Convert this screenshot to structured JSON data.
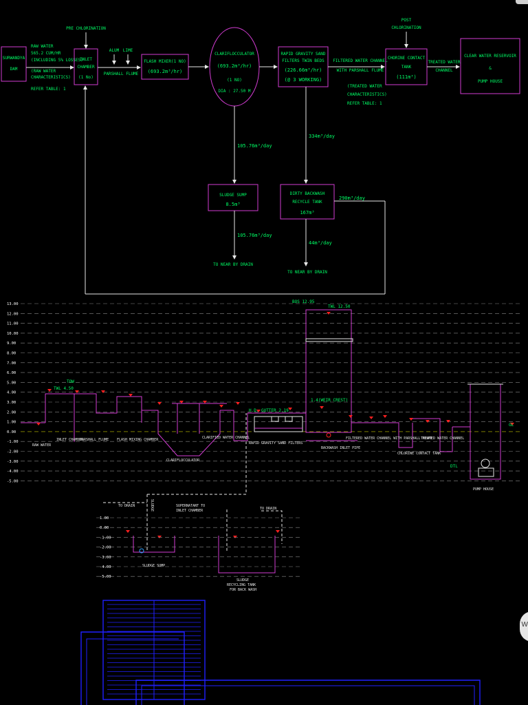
{
  "colors": {
    "background": "#000000",
    "line_white": "#e8e8e8",
    "text_green": "#00ff66",
    "magenta": "#d23cd2",
    "level_line": "#8a8a8a",
    "level_line_yellow": "#c8c800",
    "red_marker": "#ff2020",
    "blue_structure": "#2020ff"
  },
  "flow": {
    "raw_water": [
      "RAW WATER",
      "565.2 CUM/HR",
      "(INCLUDING 5% LOSSES)",
      "(RAW WATER",
      "CHARACTERISTICS)",
      "REFER TABLE: 1"
    ],
    "dam": [
      "SURWANDYA",
      "DAM"
    ],
    "pre_chlorination": "PRE CHLORINATION",
    "inlet_chamber": [
      "INLET",
      "CHAMBER",
      "(1 No)"
    ],
    "alum": "ALUM",
    "lime": "LIME",
    "parshall_flume": "PARSHALL FLUME",
    "flash_mixer": [
      "FLASH MIXER(1 NO)",
      "(693.2m³/hr)"
    ],
    "clariflocculator": [
      "CLARIFLOCCULATOR",
      "(693.2m³/hr)",
      "(1 NO)",
      "DIA : 27.50 M"
    ],
    "rapid_gravity": [
      "RAPID GRAVITY SAND",
      "FILTERS TWIN BEDS",
      "(226.66m³/hr)",
      "(@ 3 WORKING)"
    ],
    "filtered_channel": [
      "FILTERED WATER CHANNEL",
      "WITH PARSHALL FLUME"
    ],
    "treated_characteristics": [
      "(TREATED WATER",
      "CHARACTERISTICS)",
      "REFER TABLE: 1"
    ],
    "post_chlorination": [
      "POST",
      "CHLORINATION"
    ],
    "chlorine_tank": [
      "CHORINE CONTACT",
      "TANK",
      "(111m³)"
    ],
    "treated_channel": [
      "TREATED WATER",
      "CHANNEL"
    ],
    "reservoir": [
      "CLEAR WATER RESERVOIR",
      "&",
      "PUMP HOUSE"
    ],
    "flow_sludge": "105.76m³/day",
    "flow_backwash": "334m³/day",
    "sludge_sump": [
      "SLUDGE SUMP",
      "8.5m³"
    ],
    "dirty_tank": [
      "DIRTY BACKWASH",
      "RECYCLE TANK",
      "167m³"
    ],
    "flow_recycle": "290m³/day",
    "flow_sludge_drain": "105.76m³/day",
    "flow_drain_44": "44m³/day",
    "to_drain_1": "TO NEAR BY DRAIN",
    "to_drain_2": "TO NEAR BY DRAIN"
  },
  "profile": {
    "levels": [
      "13.00",
      "12.00",
      "11.00",
      "10.00",
      "9.00",
      "8.00",
      "7.00",
      "6.00",
      "5.00",
      "4.00",
      "3.00",
      "2.00",
      "1.00",
      "0.00",
      "-1.00",
      "-2.00",
      "-3.00",
      "-4.00",
      "-5.00"
    ],
    "units": [
      "RAW WATER",
      "INLET CHAMBER",
      "PARSHALL FLUME",
      "FLASH MIXING CHAMBER",
      "CLARIFLOCCULATOR",
      "CLARIFIED WATER CHANNEL",
      "RAPID GRAVITY SAND FILTERS",
      "BACKWASH INLET PIPE",
      "FILTERED WATER CHANNEL WITH PARSHALL FLUME",
      "CHLORINE CONTACT TANK",
      "TREATED WATER CHANNEL",
      "PUMP HOUSE"
    ],
    "labels": {
      "twl_top": "TWL 12.50",
      "bos": "BOS 12.95",
      "twl_inlet": "TWL 4.50",
      "tow": "TOW",
      "weir_crest": "1.4(WEIR CREST)",
      "gutter": "H.D. GUTTER 2.19",
      "dtl": "DTL",
      "gl": "GL"
    }
  },
  "sludge": {
    "levels": [
      "1.00",
      "0.00",
      "-1.00",
      "-2.00",
      "-3.00",
      "-4.00",
      "-5.00"
    ],
    "to_drain_left": "TO DRAIN",
    "supernatant": [
      "SUPERNATANT TO",
      "INLET CHAMBER"
    ],
    "to_drain_right": "TO DRAIN",
    "sludge_sump_label": "SLUDGE SUMP",
    "recycle_tank_label": [
      "SLUDGE",
      "RECYCLING TANK",
      "FOR BACK WASH"
    ],
    "sludge_text": "SLUDGE"
  },
  "ui": {
    "side_handle_text": "W"
  }
}
